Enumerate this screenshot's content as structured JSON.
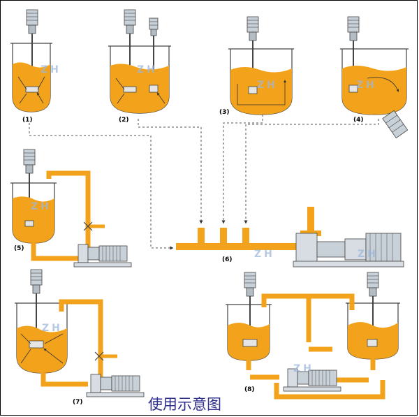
{
  "caption": "使用示意图",
  "watermark": "ZH",
  "labels": {
    "d1": "(1)",
    "d2": "(2)",
    "d3": "(3)",
    "d4": "(4)",
    "d5": "(5)",
    "d6": "(6)",
    "d7": "(7)",
    "d8": "(8)"
  },
  "colors": {
    "liquid": "#f2a31b",
    "pipe": "#f2a31b",
    "motor": "#c9d1d8",
    "outline": "#444444",
    "caption": "#2d2d8c"
  }
}
